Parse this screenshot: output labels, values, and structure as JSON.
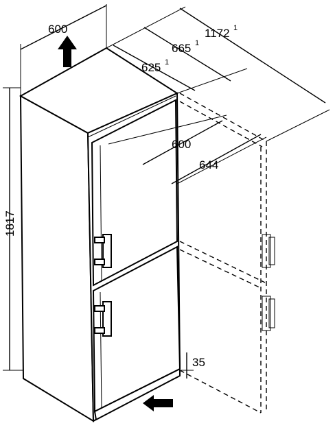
{
  "labels": {
    "top_width": "600",
    "total_depth_open": "1172",
    "total_depth_open_note": "1",
    "depth_handles": "665",
    "depth_handles_note": "1",
    "depth_body": "625",
    "depth_body_note": "1",
    "door_width": "600",
    "door_swing_depth": "644",
    "height": "1817",
    "plinth_height": "35"
  }
}
